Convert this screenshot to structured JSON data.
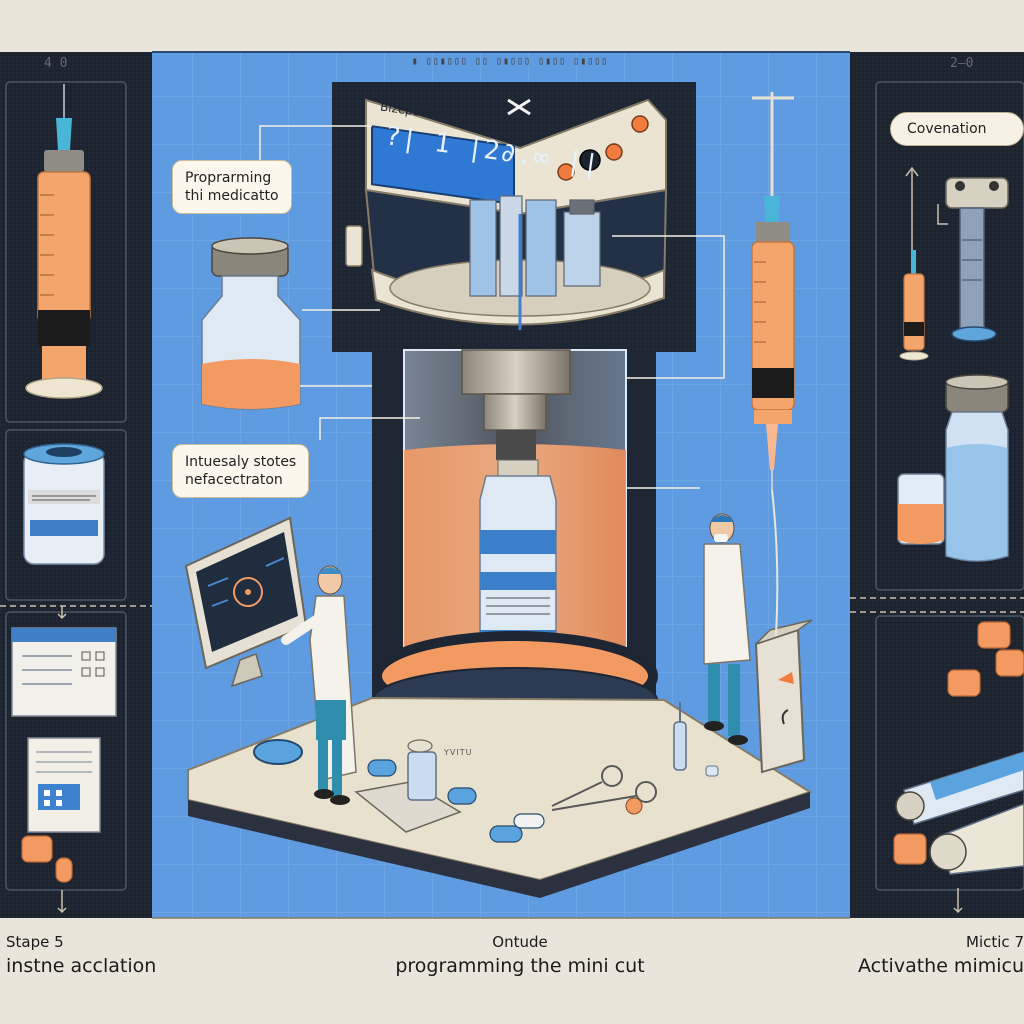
{
  "top": {
    "left_number": "4 0",
    "ruler_text": "▮ ▯▯▮▯▯▯ ▯▯ ▯▮▯▯▯ ▯▮▯▯ ▯▮▯▯▯",
    "right_number": "2–0"
  },
  "machine": {
    "head_label": "Bizepotiido",
    "display_text": "?| 1 |2∂.∞ ||",
    "base_label": "YVITU"
  },
  "callouts": {
    "programming": [
      "Proprarming",
      "thi medicatto"
    ],
    "storage": [
      "Intuesaly stotes",
      "nefacectraton"
    ],
    "right_pill": "Covenation"
  },
  "captions": {
    "left": [
      "Stape 5",
      "instne acclation"
    ],
    "center": [
      "Ontude",
      "programming the mini cut"
    ],
    "right": [
      "Mictic 7",
      "Activathe mimicu"
    ]
  },
  "colors": {
    "panel_dark": "#1d2430",
    "blueprint": "#5f9be0",
    "orange_liquid": "#f5a06b",
    "cream": "#ece6d4"
  }
}
